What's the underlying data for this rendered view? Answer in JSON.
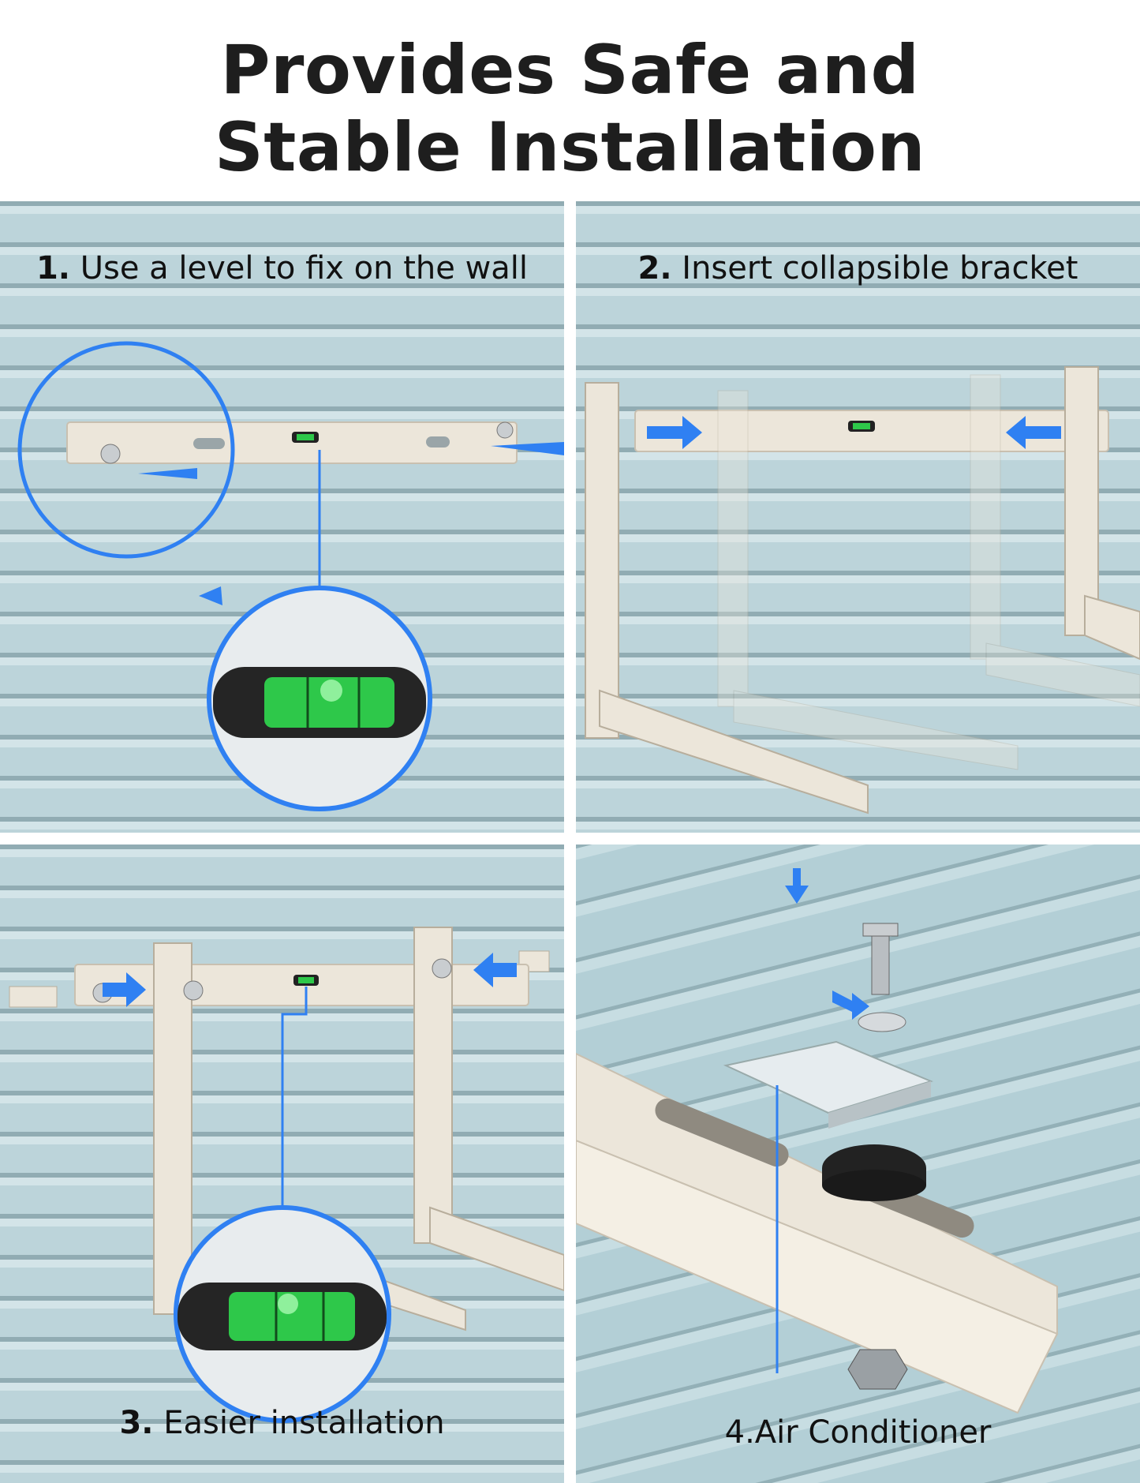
{
  "title": {
    "line1": "Provides Safe and",
    "line2": "Stable Installation"
  },
  "steps": [
    {
      "num": "1.",
      "text": "Use a level to fix on the wall"
    },
    {
      "num": "2.",
      "text": "Insert collapsible bracket"
    },
    {
      "num": "3.",
      "text": "Easier installation"
    },
    {
      "num": "4.",
      "text": "Air Conditioner"
    }
  ],
  "colors": {
    "siding": "#b7d0d6",
    "siding_shadow": "#8fa9b0",
    "bracket": "#ece6da",
    "accent": "#2f80f2",
    "level_green": "#2ec84a"
  }
}
